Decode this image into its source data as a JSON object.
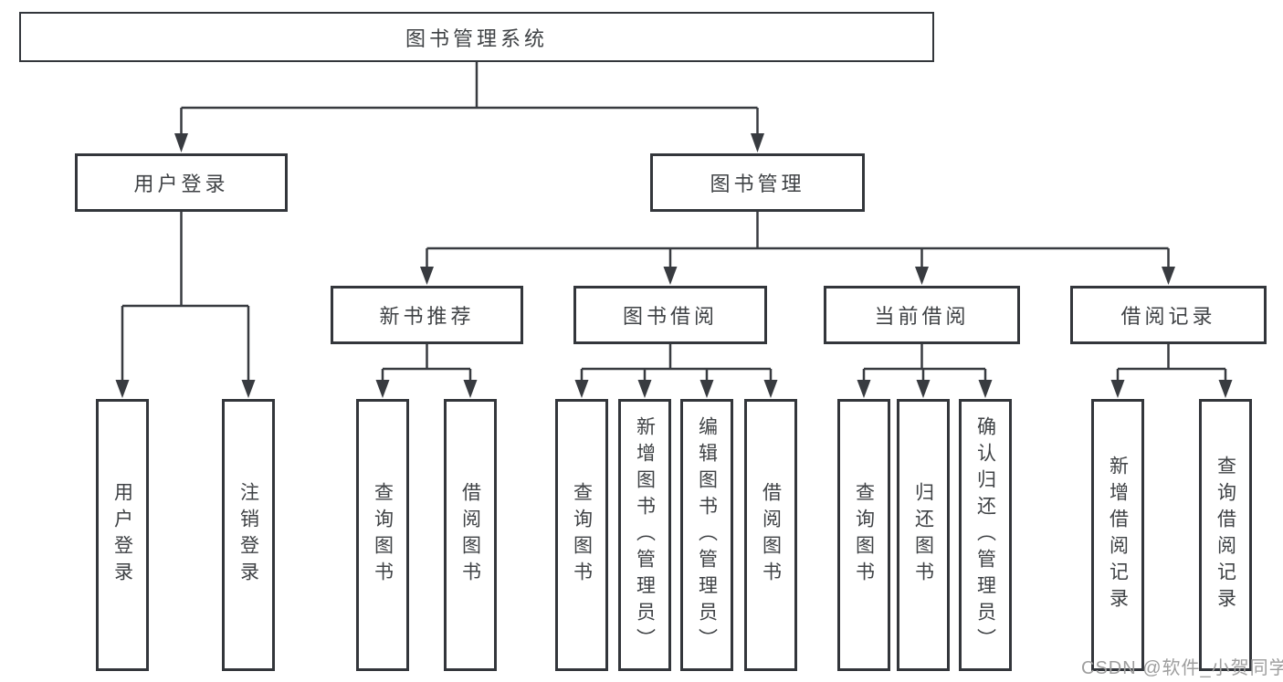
{
  "diagram": {
    "title": "图书管理系统",
    "watermark": "CSDN @软件_小贺同学",
    "colors": {
      "line": "#383b40",
      "box_border": "#33363b",
      "text": "#3f4245",
      "watermark": "#9e9e9e",
      "background": "#ffffff"
    },
    "level2": [
      {
        "label": "用户登录"
      },
      {
        "label": "图书管理"
      }
    ],
    "level3": [
      {
        "label": "新书推荐",
        "parent": "图书管理"
      },
      {
        "label": "图书借阅",
        "parent": "图书管理"
      },
      {
        "label": "当前借阅",
        "parent": "图书管理"
      },
      {
        "label": "借阅记录",
        "parent": "图书管理"
      }
    ],
    "leaves": [
      {
        "label": "用户登录",
        "parent": "用户登录"
      },
      {
        "label": "注销登录",
        "parent": "用户登录"
      },
      {
        "label": "查询图书",
        "parent": "新书推荐"
      },
      {
        "label": "借阅图书",
        "parent": "新书推荐"
      },
      {
        "label": "查询图书",
        "parent": "图书借阅"
      },
      {
        "label": "新增图书（管理员）",
        "parent": "图书借阅"
      },
      {
        "label": "编辑图书（管理员）",
        "parent": "图书借阅"
      },
      {
        "label": "借阅图书",
        "parent": "图书借阅"
      },
      {
        "label": "查询图书",
        "parent": "当前借阅"
      },
      {
        "label": "归还图书",
        "parent": "当前借阅"
      },
      {
        "label": "确认归还（管理员）",
        "parent": "当前借阅"
      },
      {
        "label": "新增借阅记录",
        "parent": "借阅记录"
      },
      {
        "label": "查询借阅记录",
        "parent": "借阅记录"
      }
    ]
  }
}
